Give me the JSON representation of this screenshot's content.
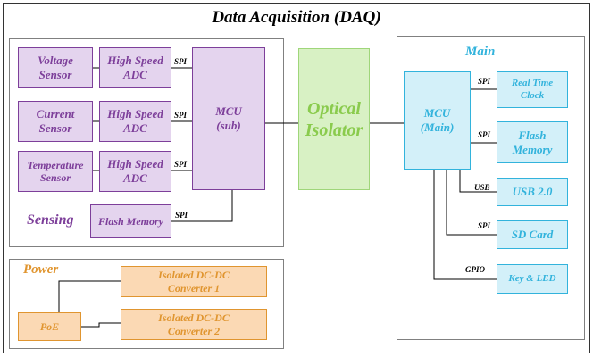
{
  "title": "Data Acquisition (DAQ)",
  "sensing": {
    "label": "Sensing",
    "voltage_sensor": "Voltage\nSensor",
    "current_sensor": "Current\nSensor",
    "temperature_sensor": "Temperature\nSensor",
    "adc_1": "High Speed\nADC",
    "adc_2": "High Speed\nADC",
    "adc_3": "High Speed\nADC",
    "mcu_sub": "MCU\n(sub)",
    "flash_memory": "Flash Memory",
    "bus_adc_1": "SPI",
    "bus_adc_2": "SPI",
    "bus_adc_3": "SPI",
    "bus_flash": "SPI"
  },
  "power": {
    "label": "Power",
    "poe": "PoE",
    "converter_1": "Isolated DC-DC\nConverter 1",
    "converter_2": "Isolated DC-DC\nConverter 2"
  },
  "optical_isolator": "Optical\nIsolator",
  "main": {
    "label": "Main",
    "mcu_main": "MCU\n(Main)",
    "rtc": "Real Time\nClock",
    "flash_memory": "Flash\nMemory",
    "usb": "USB 2.0",
    "sd_card": "SD Card",
    "key_led": "Key & LED",
    "bus_rtc": "SPI",
    "bus_flash": "SPI",
    "bus_usb": "USB",
    "bus_sd": "SPI",
    "bus_key": "GPIO"
  },
  "colors": {
    "sensing": "#7d3f9a",
    "power": "#e0952f",
    "main": "#32b3dc",
    "isolator": "#8acb4d"
  }
}
